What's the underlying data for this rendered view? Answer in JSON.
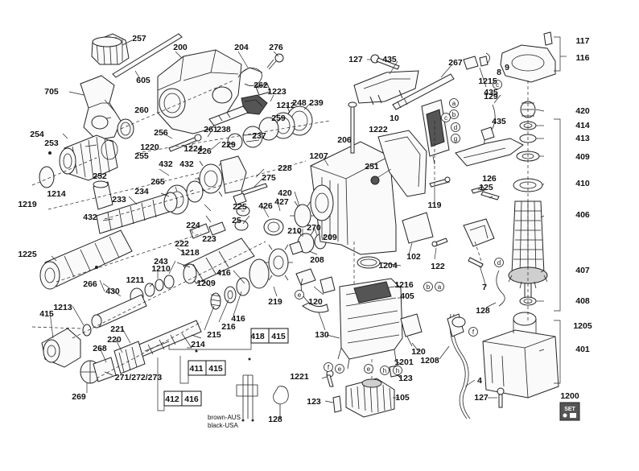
{
  "part_numbers": [
    "257",
    "605",
    "200",
    "204",
    "276",
    "127",
    "435",
    "267",
    "117",
    "116",
    "705",
    "262",
    "1223",
    "1212",
    "248",
    "239",
    "1215",
    "8",
    "9",
    "435",
    "420",
    "254",
    "253",
    "260",
    "256",
    "1224",
    "261",
    "238",
    "259",
    "129",
    "10",
    "1222",
    "414",
    "413",
    "435",
    "1220",
    "255",
    "226",
    "229",
    "237",
    "206",
    "1207",
    "409",
    "252",
    "432",
    "432",
    "265",
    "275",
    "228",
    "251",
    "126",
    "125",
    "410",
    "1214",
    "1219",
    "233",
    "234",
    "420",
    "427",
    "426",
    "119",
    "406",
    "432",
    "224",
    "223",
    "225",
    "25",
    "270",
    "210",
    "209",
    "102",
    "1225",
    "222",
    "1218",
    "1210",
    "243",
    "208",
    "1204",
    "122",
    "407",
    "266",
    "1211",
    "416",
    "1209",
    "1216",
    "405",
    "7",
    "430",
    "219",
    "120",
    "128",
    "408",
    "1213",
    "415",
    "216",
    "416",
    "215",
    "214",
    "130",
    "1205",
    "220",
    "221",
    "268",
    "1201",
    "401",
    "271/272/273",
    "120",
    "1208",
    "1221",
    "123",
    "4",
    "269",
    "123",
    "105",
    "127",
    "1200",
    "418",
    "415",
    "411",
    "415",
    "412",
    "416",
    "128"
  ],
  "circle_labels": [
    "c",
    "a",
    "b",
    "c",
    "d",
    "g",
    "e",
    "b",
    "a",
    "d",
    "e",
    "f",
    "e",
    "h",
    "h",
    "f"
  ],
  "wire_notes": [
    "brown-AUS",
    "black-USA"
  ],
  "set_label": "SET"
}
